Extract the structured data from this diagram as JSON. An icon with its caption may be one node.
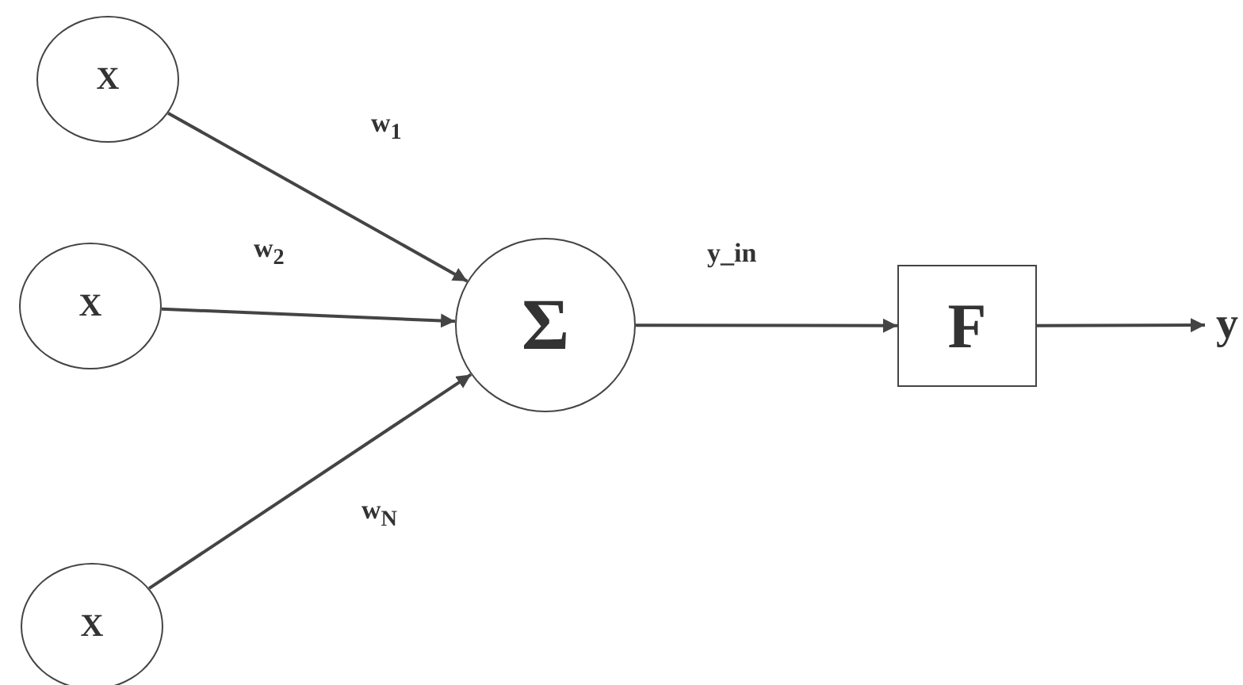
{
  "diagram": {
    "nodes": [
      {
        "text": [
          "X"
        ]
      },
      {
        "text": [
          "X"
        ]
      },
      {
        "text": [
          "X"
        ]
      },
      {
        "text": [
          "Σ"
        ]
      },
      {
        "text": [
          "F"
        ]
      },
      {
        "text": [
          "y"
        ]
      }
    ],
    "edges": [
      {
        "from": 0,
        "to": 3,
        "arrow": "to",
        "label": "w$_{1}$"
      },
      {
        "from": 1,
        "to": 3,
        "arrow": "to",
        "label": "w$_{2}$"
      },
      {
        "from": 2,
        "to": 3,
        "arrow": "to",
        "label": "w$_{N}$"
      },
      {
        "from": 3,
        "to": 4,
        "arrow": "to",
        "label": "y_in"
      },
      {
        "from": 4,
        "to": 5,
        "arrow": "to"
      }
    ]
  }
}
